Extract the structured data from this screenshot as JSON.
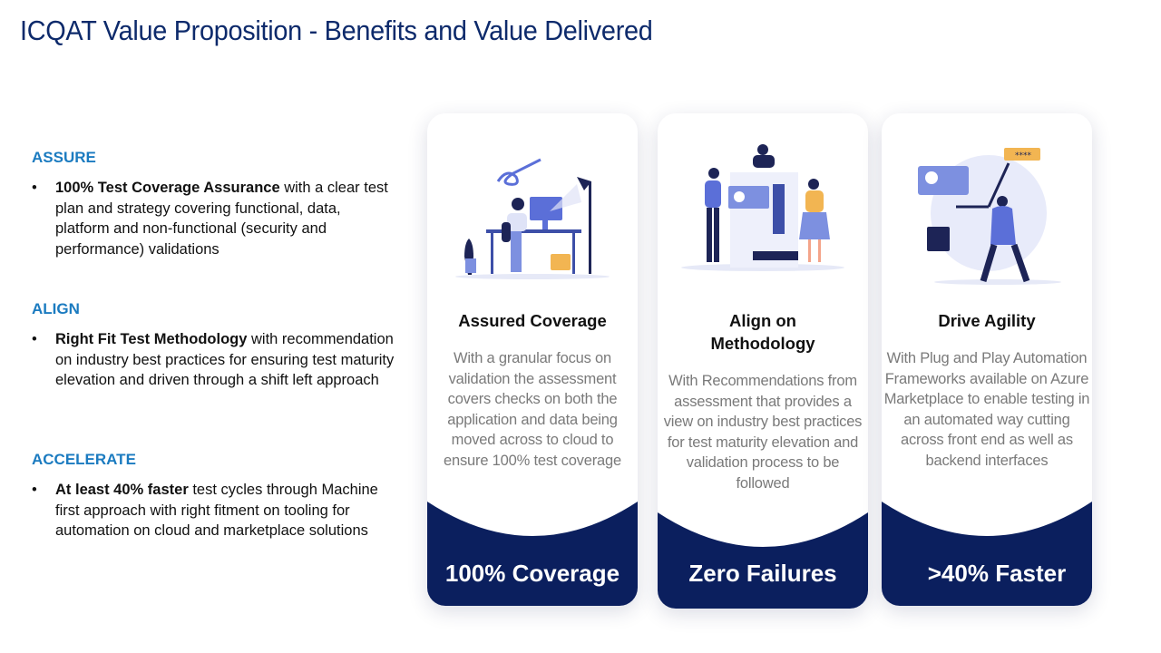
{
  "title": "ICQAT Value Proposition - Benefits and Value Delivered",
  "sections": [
    {
      "heading": "ASSURE",
      "bold": "100% Test Coverage Assurance",
      "text": " with a clear test plan and strategy covering functional, data, platform and non-functional (security and performance) validations"
    },
    {
      "heading": "ALIGN",
      "bold": "Right Fit Test Methodology",
      "text": " with recommendation on industry best practices for ensuring test maturity elevation and driven through a shift left approach"
    },
    {
      "heading": "ACCELERATE",
      "bold": "At least 40% faster",
      "text": " test cycles through Machine first approach with right fitment on tooling for automation on cloud and marketplace solutions"
    }
  ],
  "bullet": "•",
  "cards": [
    {
      "title": "Assured Coverage",
      "body": "With a granular focus on validation the assessment covers checks on both the application and data being moved across to cloud to ensure 100% test coverage",
      "label": "100% Coverage"
    },
    {
      "title": "Align on Methodology",
      "body": "With Recommendations from assessment that provides a view on industry best practices for test maturity elevation and validation process to be followed",
      "label": "Zero Failures"
    },
    {
      "title": "Drive Agility",
      "body": "With Plug and Play Automation Frameworks available on Azure Marketplace to enable testing in an automated way cutting across front end as well as backend interfaces",
      "label": ">40% Faster"
    }
  ],
  "password_mask": "****",
  "colors": {
    "navy": "#0b1f5e",
    "heading_blue": "#1b7bc0",
    "accent": "#5b6fd8"
  }
}
